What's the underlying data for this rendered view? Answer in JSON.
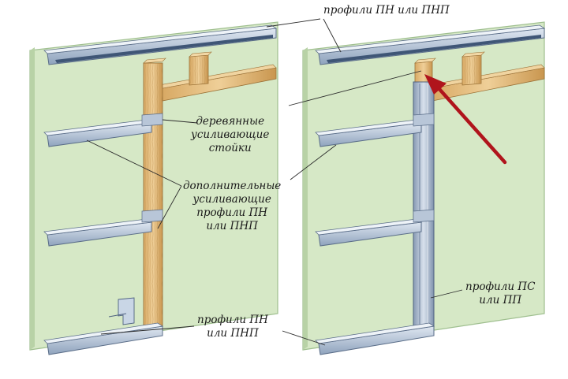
{
  "diagram": {
    "labels": {
      "top_profiles": [
        "профили ПН или ПНП"
      ],
      "wood_studs": [
        "деревянные",
        "усиливающие",
        "стойки"
      ],
      "extra_profiles": [
        "дополнительные",
        "усиливающие",
        "профили ПН",
        "или ПНП"
      ],
      "bottom_profiles": [
        "профили ПН",
        "или ПНП"
      ],
      "ps_profiles": [
        "профили ПС",
        "или ПП"
      ]
    },
    "colors": {
      "drywall": "#d6e8c6",
      "drywall_edge": "#9fbf8f",
      "metal_light": "#c9d6e6",
      "metal_mid": "#9fb2c8",
      "metal_dark": "#6f84a0",
      "wood": "#e8c48a",
      "wood_dark": "#b98d4e",
      "arrow": "#b0141c"
    }
  }
}
